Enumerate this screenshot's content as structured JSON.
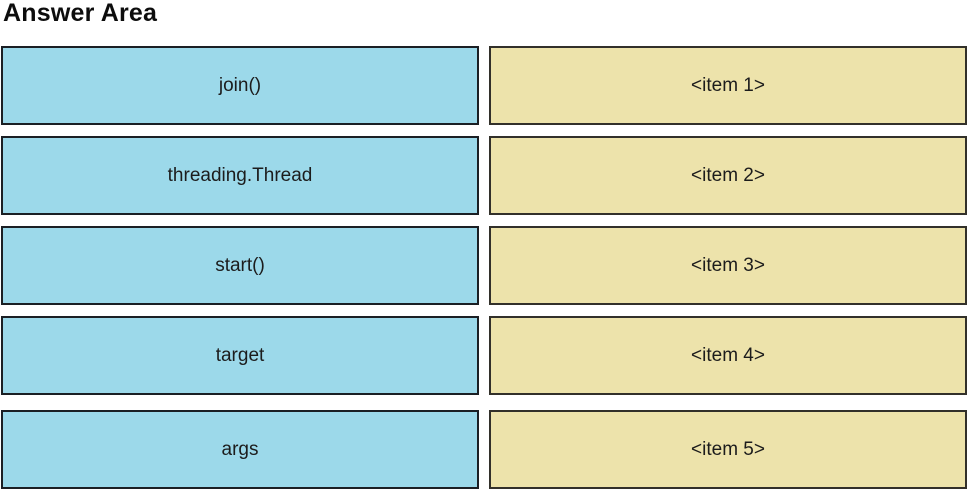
{
  "title": "Answer Area",
  "colors": {
    "page_bg": "#ffffff",
    "title_text": "#0d0d0d",
    "text": "#1c1c1c",
    "source_bg": "#9cd9ea",
    "source_border": "#1b1f24",
    "target_bg": "#ede3ab",
    "target_border": "#32302a"
  },
  "rows": [
    {
      "value": "join()",
      "target": "<item 1>"
    },
    {
      "value": "threading.Thread",
      "target": "<item 2>"
    },
    {
      "value": "start()",
      "target": "<item 3>"
    },
    {
      "value": "target",
      "target": "<item 4>"
    },
    {
      "value": "args",
      "target": "<item 5>"
    }
  ]
}
